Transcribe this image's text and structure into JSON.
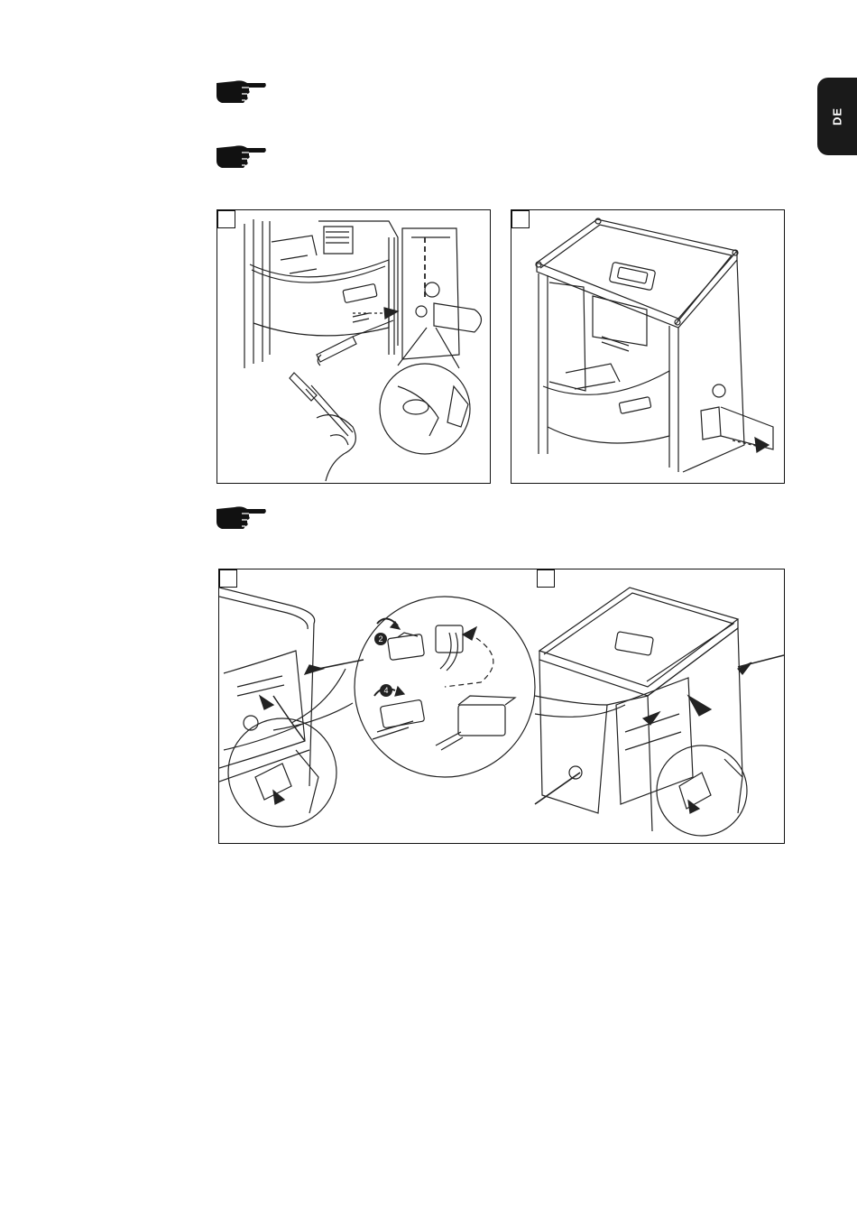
{
  "language_tab": {
    "label": "DE"
  },
  "notes": [
    {
      "icon": "pointing-hand-icon"
    },
    {
      "icon": "pointing-hand-icon"
    },
    {
      "icon": "pointing-hand-icon"
    }
  ],
  "figures": [
    {
      "name": "figure-knockout-removal",
      "step_label": ""
    },
    {
      "name": "figure-cable-gland-insert",
      "step_label": ""
    },
    {
      "name": "figure-cable-routing-left",
      "step_label": ""
    },
    {
      "name": "figure-cable-routing-right",
      "step_label": ""
    }
  ],
  "callout_numbers": [
    "2",
    "4"
  ]
}
